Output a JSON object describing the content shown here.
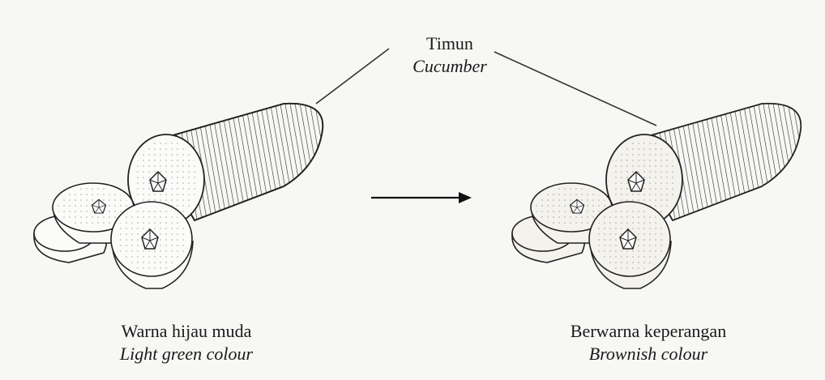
{
  "title": {
    "malay": "Timun",
    "english": "Cucumber"
  },
  "before": {
    "malay": "Warna hijau muda",
    "english": "Light green colour"
  },
  "after": {
    "malay": "Berwarna keperangan",
    "english": "Brownish colour"
  },
  "icons": {
    "arrow": "right-arrow-icon"
  }
}
